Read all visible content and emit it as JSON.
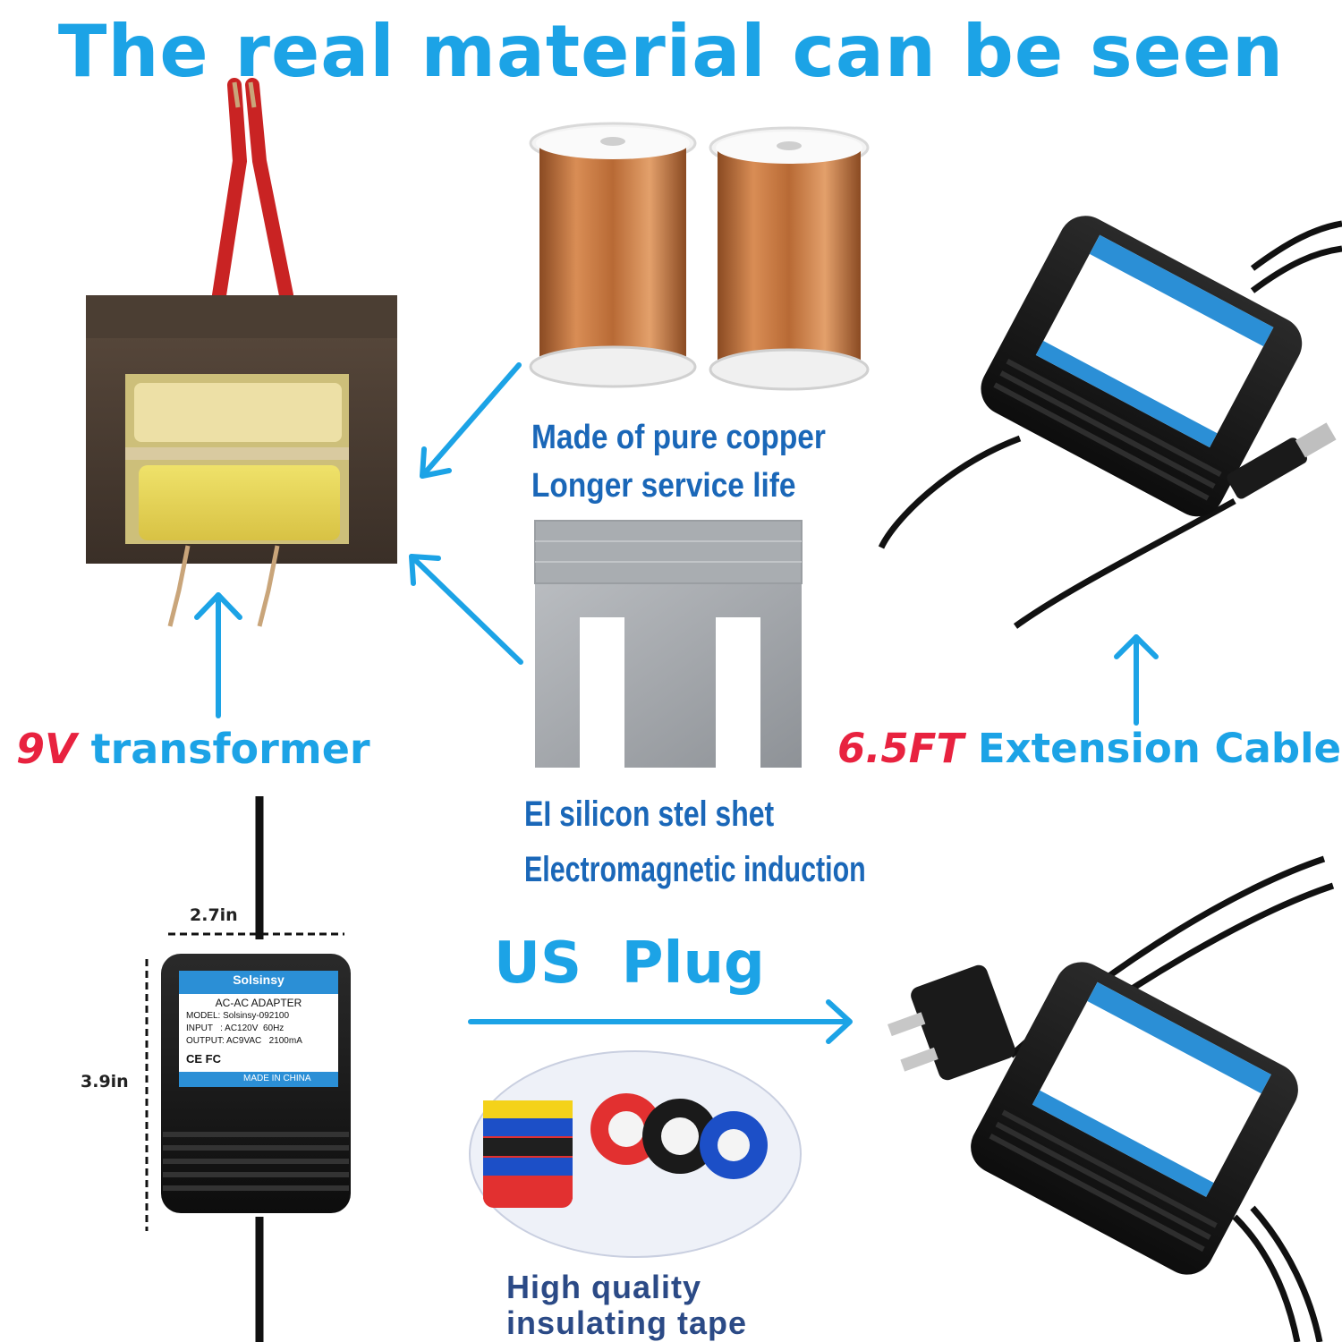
{
  "headline": "The real material can be seen",
  "copper": {
    "line1": "Made of pure copper",
    "line2": "Longer service life"
  },
  "core": {
    "line1": "EI silicon stel shet",
    "line2": "Electromagnetic induction"
  },
  "transformer_label": {
    "highlight": "9V",
    "text": "transformer"
  },
  "cable_label": {
    "highlight": "6.5FT",
    "text": "Extension Cable"
  },
  "plug_label": "US  Plug",
  "tape": {
    "line1": "High quality",
    "line2": "insulating tape"
  },
  "dimensions": {
    "width": "2.7in",
    "height": "3.9in"
  },
  "adapter_plate": {
    "brand": "Solsinsy",
    "title": "AC-AC ADAPTER",
    "model": "MODEL: Solsinsy-092100",
    "input": "INPUT   : AC120V  60Hz",
    "output": "OUTPUT: AC9VAC   2100mA",
    "cert": "CE FC",
    "origin": "MADE IN CHINA"
  },
  "colors": {
    "accent_blue": "#1ca3e6",
    "accent_red": "#e8223f",
    "caption_navy": "#1a67b8"
  }
}
